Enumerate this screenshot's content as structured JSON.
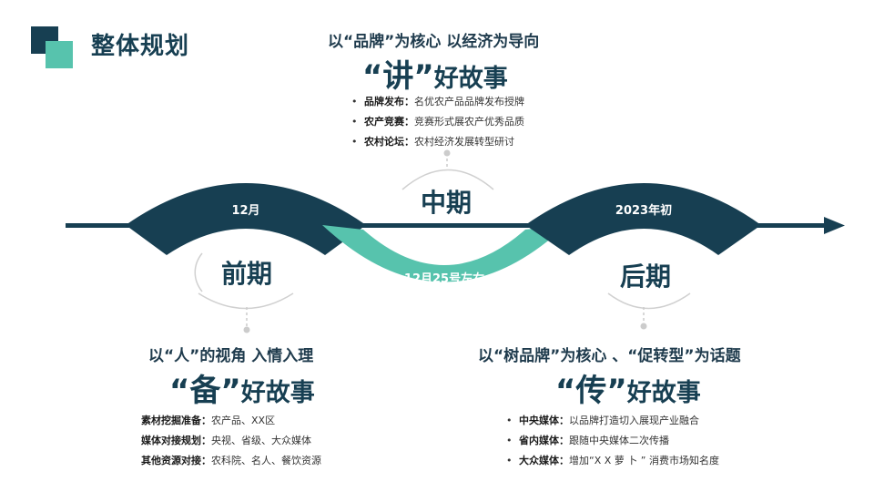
{
  "header": {
    "title": "整体规划"
  },
  "timeline": {
    "phases": [
      {
        "name": "前期",
        "time": "12月"
      },
      {
        "name": "中期",
        "time": "12月25号左右"
      },
      {
        "name": "后期",
        "time": "2023年初"
      }
    ]
  },
  "middle": {
    "topic": "以“品牌”为核心 以经济为导向",
    "head_q": "“讲”",
    "head_rest": "好故事",
    "items": [
      {
        "label": "品牌发布：",
        "text": "名优农产品品牌发布授牌"
      },
      {
        "label": "农产竞赛：",
        "text": "竞赛形式展农产优秀品质"
      },
      {
        "label": "农村论坛：",
        "text": "农村经济发展转型研讨"
      }
    ]
  },
  "early": {
    "topic": "以“人”的视角  入情入理",
    "head_q": "“备”",
    "head_rest": "好故事",
    "items": [
      {
        "label": "素材挖掘准备：",
        "text": "农产品、XX区"
      },
      {
        "label": "媒体对接规划：",
        "text": "央视、省级、大众媒体"
      },
      {
        "label": "其他资源对接：",
        "text": "农科院、名人、餐饮资源"
      }
    ]
  },
  "late": {
    "topic": "以“树品牌”为核心  、“促转型”为话题",
    "head_q": "“传”",
    "head_rest": "好故事",
    "items": [
      {
        "label": "中央媒体：",
        "text": "以品牌打造切入展现产业融合"
      },
      {
        "label": "省内媒体：",
        "text": "跟随中央媒体二次传播"
      },
      {
        "label": "大众媒体：",
        "text": "增加“X X 萝 卜 ” 消费市场知名度"
      }
    ]
  },
  "colors": {
    "dark": "#173f52",
    "teal": "#57c3ad",
    "connector": "#cccccc"
  },
  "icons": {
    "bullet": "•",
    "arrow": "arrow-right-icon"
  }
}
